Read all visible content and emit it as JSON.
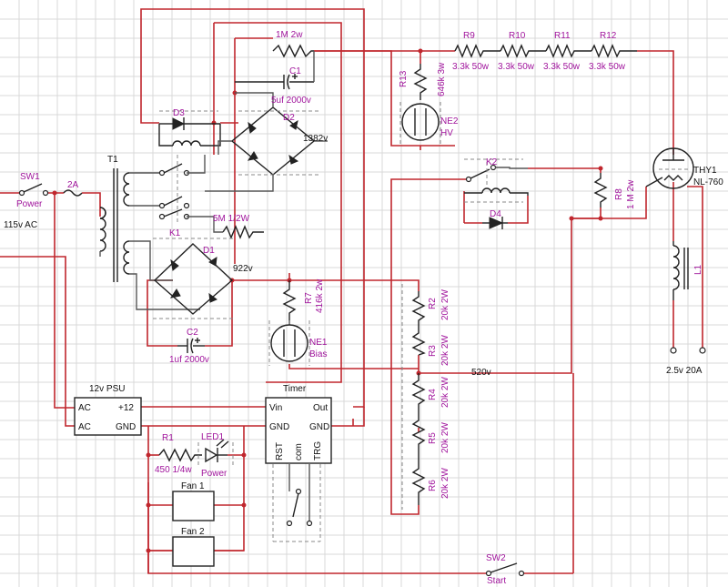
{
  "labels": {
    "sw1_ref": "SW1",
    "sw1_name": "Power",
    "fuse": "2A",
    "mains": "115v AC",
    "t1": "T1",
    "k1": "K1",
    "r_5m": "5M 1/2W",
    "d1": "D1",
    "d1_volt": "922v",
    "c2_ref": "C2",
    "c2_val": "1uf 2000v",
    "d3": "D3",
    "d2": "D2",
    "d2_volt": "1382v",
    "r_1m_top": "1M 2w",
    "c1_ref": "C1",
    "c1_val": "5uf 2000v",
    "r7_ref": "R7",
    "r7_val": "416k 2w",
    "ne1_ref": "NE1",
    "ne1_name": "Bias",
    "r13_ref": "R13",
    "r13_val": "646k 3w",
    "ne2_ref": "NE2",
    "ne2_name": "HV",
    "r9_ref": "R9",
    "r9_val": "3.3k 50w",
    "r10_ref": "R10",
    "r10_val": "3.3k 50w",
    "r11_ref": "R11",
    "r11_val": "3.3k 50w",
    "r12_ref": "R12",
    "r12_val": "3.3k 50w",
    "k2": "K2",
    "d4": "D4",
    "r8_ref": "R8",
    "r8_val": "1 M 2w",
    "thy1_ref": "THY1",
    "thy1_val": "NL-760",
    "l1": "L1",
    "fil": "2.5v 20A",
    "r2_ref": "R2",
    "r2_val": "20k 2W",
    "r3_ref": "R3",
    "r3_val": "20k 2W",
    "r4_ref": "R4",
    "r4_val": "20k 2W",
    "r5_ref": "R5",
    "r5_val": "20k 2W",
    "r6_ref": "R6",
    "r6_val": "20k 2W",
    "mid_volt": "520v",
    "psu_title": "12v PSU",
    "psu_ac1": "AC",
    "psu_ac2": "AC",
    "psu_p12": "+12",
    "psu_gnd": "GND",
    "timer_title": "Timer",
    "t_vin": "Vin",
    "t_out": "Out",
    "t_gnd1": "GND",
    "t_gnd2": "GND",
    "t_rst": "RST",
    "t_com": "com",
    "t_trg": "TRG",
    "r1_ref": "R1",
    "r1_val": "450 1/4w",
    "led_ref": "LED1",
    "led_name": "Power",
    "fan1": "Fan 1",
    "fan2": "Fan 2",
    "sw2_ref": "SW2",
    "sw2_name": "Start"
  }
}
